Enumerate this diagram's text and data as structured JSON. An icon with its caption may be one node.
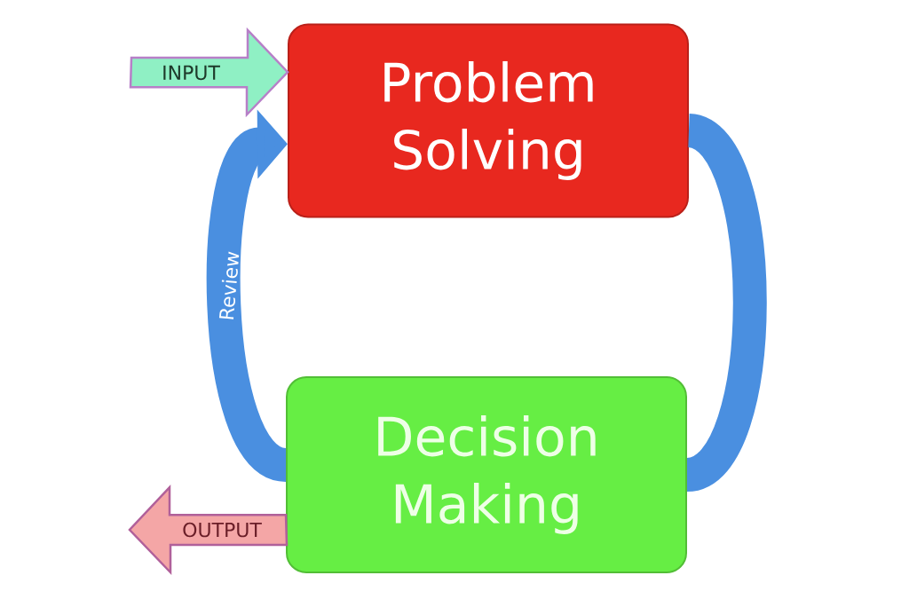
{
  "diagram": {
    "nodes": [
      {
        "text": [
          "Problem Solving"
        ]
      },
      {
        "text": [
          "Decision Making"
        ]
      }
    ],
    "edges": [
      {
        "from": null,
        "to": 0,
        "arrow": "to",
        "label": "INPUT",
        "color": "#8ff0c4"
      },
      {
        "from": 0,
        "to": 1,
        "arrow": "none",
        "color": "#4a8fe0"
      },
      {
        "from": 1,
        "to": 0,
        "arrow": "to",
        "label": "Review",
        "color": "#4a8fe0"
      },
      {
        "from": 1,
        "to": null,
        "arrow": "to",
        "label": "OUTPUT",
        "color": "#f4a6a6"
      }
    ]
  }
}
